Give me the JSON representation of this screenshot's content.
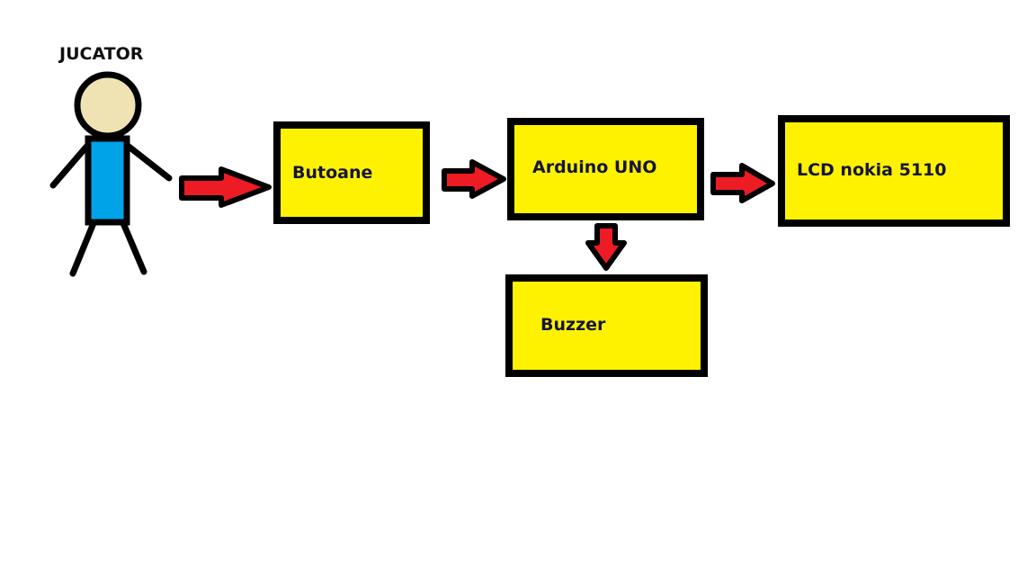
{
  "actor": {
    "label": "JUCATOR",
    "head_color": "#efe3b3",
    "body_color": "#00a2e8"
  },
  "blocks": {
    "butoane": "Butoane",
    "arduino": "Arduino UNO",
    "lcd": "LCD nokia 5110",
    "buzzer": "Buzzer"
  },
  "colors": {
    "block_fill": "#fff200",
    "border": "#000000",
    "arrow_fill": "#ed1c24"
  }
}
